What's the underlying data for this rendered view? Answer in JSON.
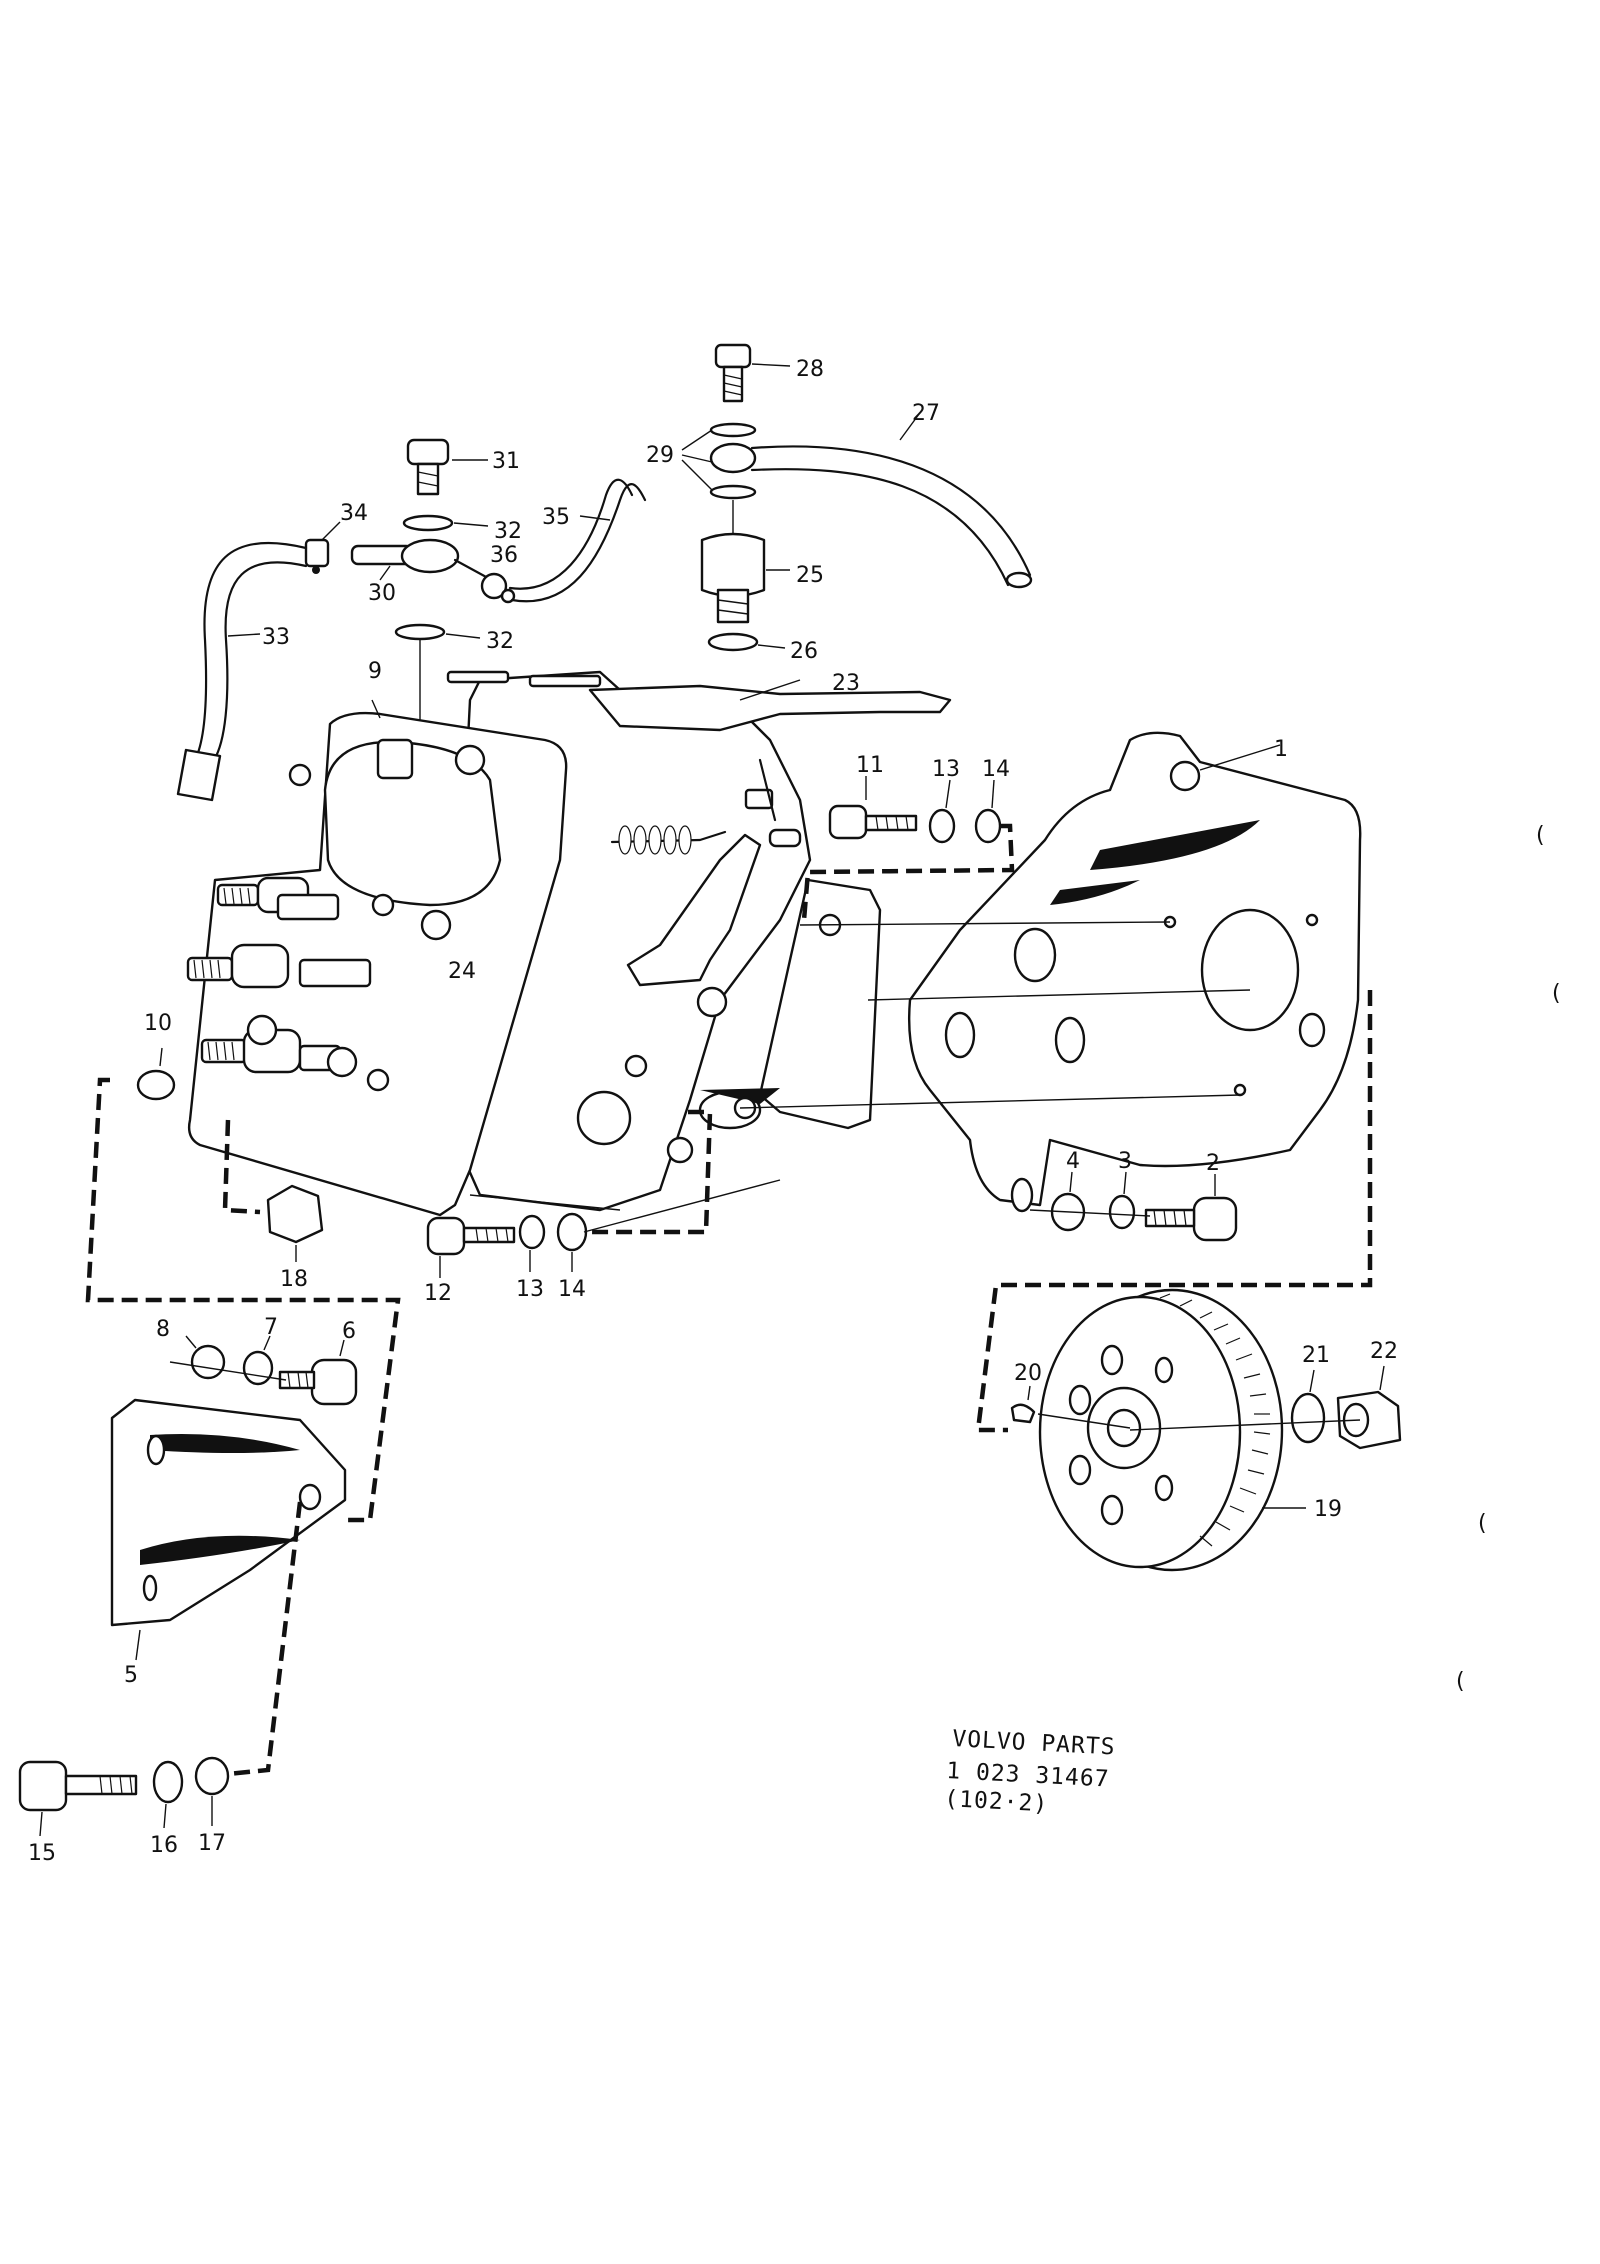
{
  "callouts": {
    "c1": "1",
    "c2": "2",
    "c3": "3",
    "c4": "4",
    "c5": "5",
    "c6": "6",
    "c7": "7",
    "c8": "8",
    "c9": "9",
    "c10": "10",
    "c11": "11",
    "c12": "12",
    "c13a": "13",
    "c13b": "13",
    "c14a": "14",
    "c14b": "14",
    "c15": "15",
    "c16": "16",
    "c17": "17",
    "c18": "18",
    "c19": "19",
    "c20": "20",
    "c21": "21",
    "c22": "22",
    "c23": "23",
    "c24": "24",
    "c25": "25",
    "c26": "26",
    "c27": "27",
    "c28": "28",
    "c29": "29",
    "c30": "30",
    "c31": "31",
    "c32a": "32",
    "c32b": "32",
    "c33": "33",
    "c34": "34",
    "c35": "35",
    "c36": "36"
  },
  "stamp": {
    "line1": "VOLVO  PARTS",
    "line2": "1   023   31467",
    "line3": "(102·2)"
  },
  "margin_marks": [
    "(",
    "(",
    "(",
    "("
  ]
}
